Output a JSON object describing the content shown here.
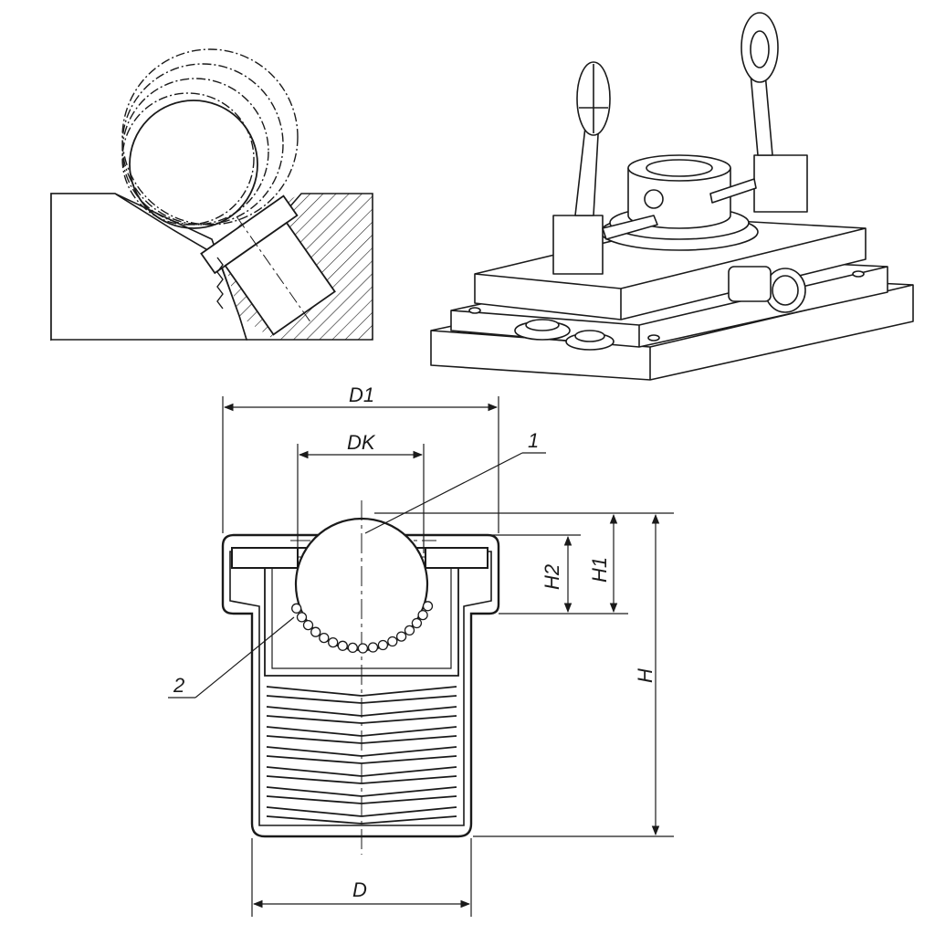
{
  "drawing": {
    "dimension_labels": {
      "d1": "D1",
      "dk": "DK",
      "d": "D",
      "h": "H",
      "h1": "H1",
      "h2": "H2"
    },
    "callouts": {
      "ball": "1",
      "bearing_balls": "2"
    },
    "colors": {
      "line": "#1a1a1a",
      "background": "#ffffff"
    }
  }
}
